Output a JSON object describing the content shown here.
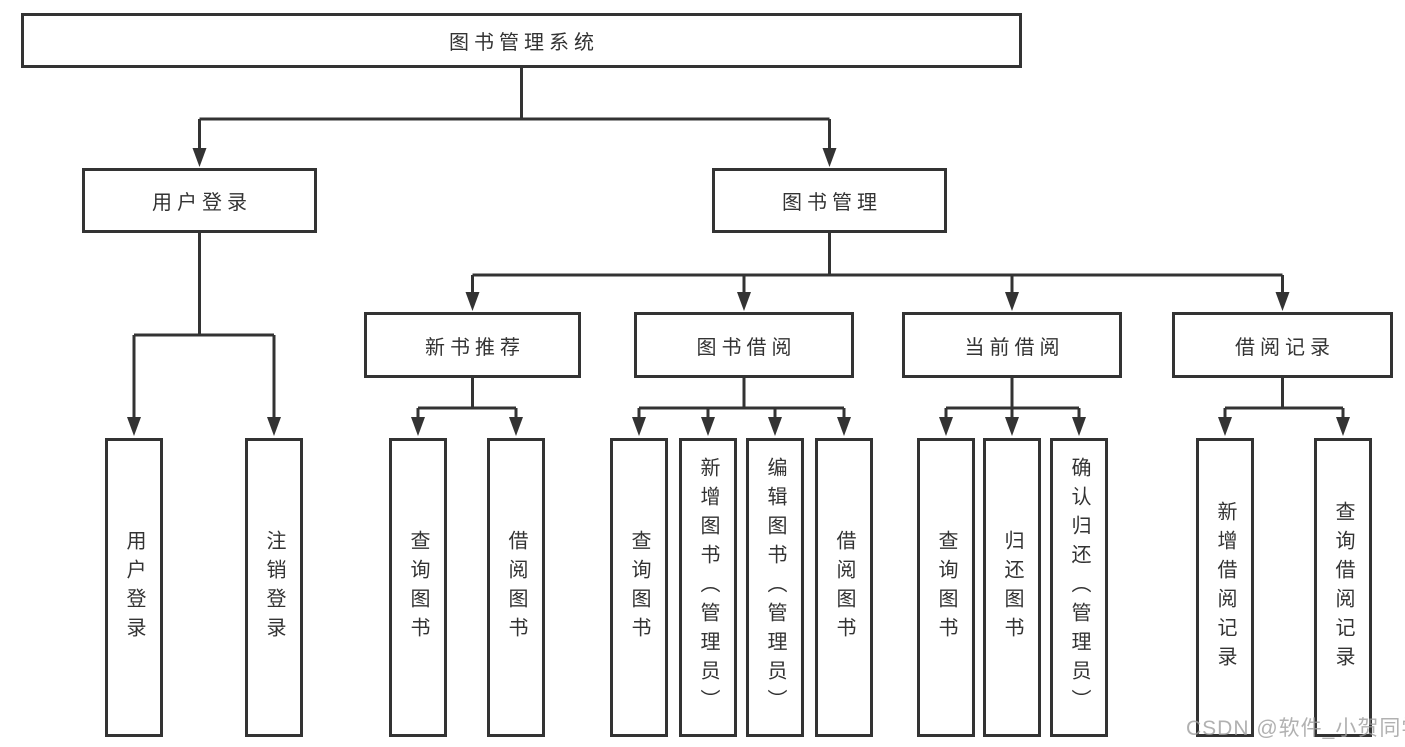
{
  "diagram": {
    "root": {
      "label": "图书管理系统"
    },
    "level2": [
      {
        "label": "用户登录"
      },
      {
        "label": "图书管理"
      }
    ],
    "level3": [
      {
        "label": "新书推荐"
      },
      {
        "label": "图书借阅"
      },
      {
        "label": "当前借阅"
      },
      {
        "label": "借阅记录"
      }
    ],
    "leaves": {
      "user_login": [
        {
          "label": "用户登录"
        },
        {
          "label": "注销登录"
        }
      ],
      "new_book": [
        {
          "label": "查询图书"
        },
        {
          "label": "借阅图书"
        }
      ],
      "book_borrow": [
        {
          "label": "查询图书"
        },
        {
          "label": "新增图书（管理员）"
        },
        {
          "label": "编辑图书（管理员）"
        },
        {
          "label": "借阅图书"
        }
      ],
      "current_borrow": [
        {
          "label": "查询图书"
        },
        {
          "label": "归还图书"
        },
        {
          "label": "确认归还（管理员）"
        }
      ],
      "borrow_record": [
        {
          "label": "新增借阅记录"
        },
        {
          "label": "查询借阅记录"
        }
      ]
    }
  },
  "watermark": {
    "text": "CSDN @软件_小贺同学"
  },
  "colors": {
    "line": "#333333",
    "box_border": "#333333",
    "background": "#ffffff",
    "text": "#333333",
    "watermark": "#9e9e9e"
  }
}
